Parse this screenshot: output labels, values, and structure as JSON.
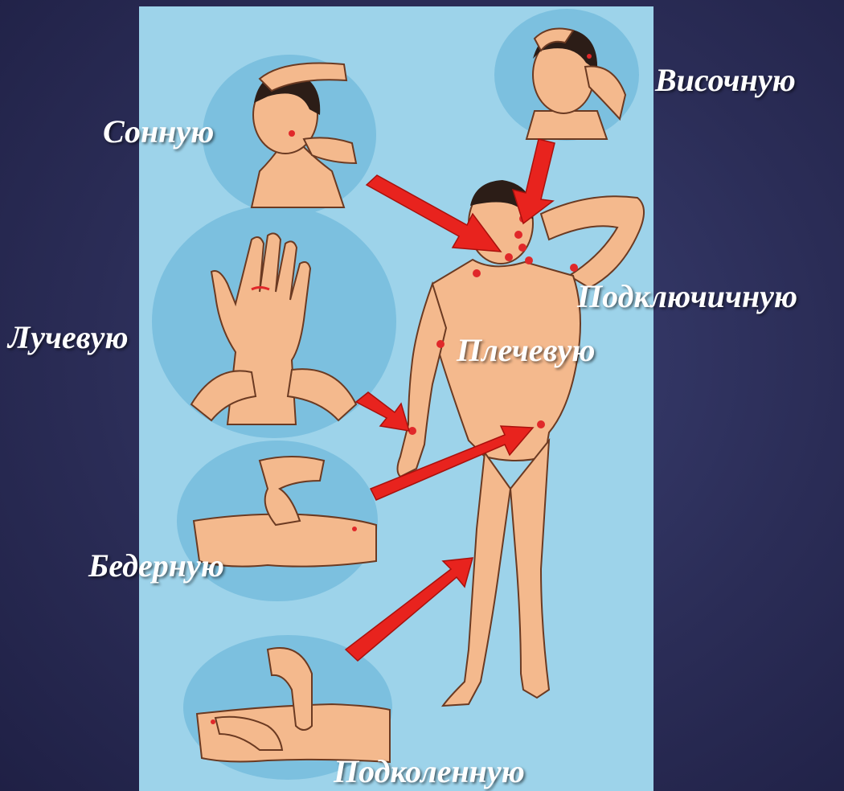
{
  "labels": {
    "carotid": "Сонную",
    "temporal": "Височную",
    "subclavian": "Подключичную",
    "radial": "Лучевую",
    "brachial": "Плечевую",
    "femoral": "Бедерную",
    "popliteal": "Подколенную"
  },
  "colors": {
    "slide_background": "#2b2d57",
    "poster_background": "#9dd3ea",
    "vignette_circle": "#7cc0df",
    "skin": "#f4b98d",
    "arrow": "#e8231e",
    "pressure_point": "#e0282a",
    "label_text": "#ffffff"
  }
}
